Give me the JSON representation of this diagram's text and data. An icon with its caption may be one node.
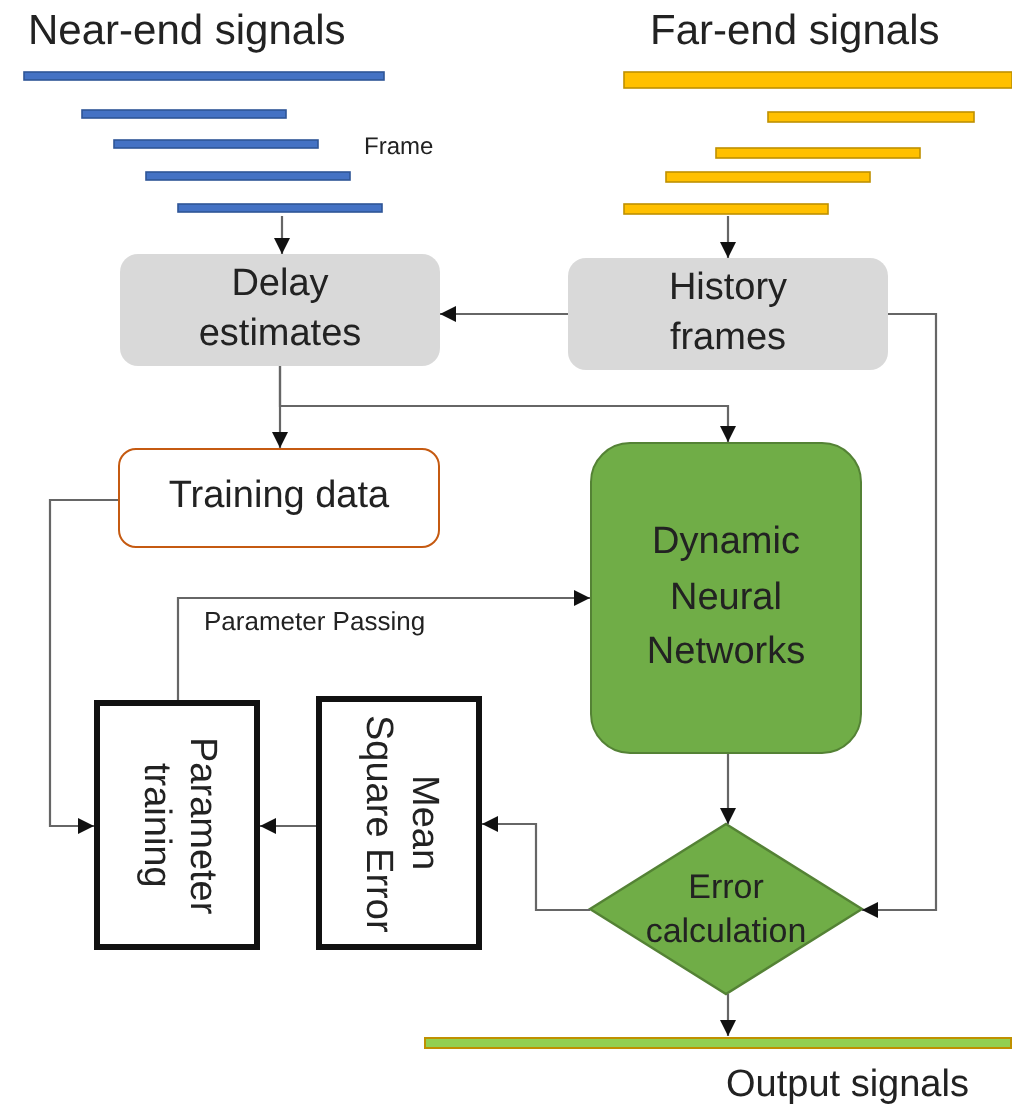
{
  "diagram": {
    "nodes": [
      {
        "text": [
          "Near-end signals"
        ]
      },
      {
        "text": [
          "Far-end signals"
        ]
      },
      {
        "text": [
          "Delay estimates"
        ]
      },
      {
        "text": [
          "History frames"
        ]
      },
      {
        "text": [
          "Training data"
        ]
      },
      {
        "text": [
          "Dynamic Neural Networks"
        ]
      },
      {
        "text": [
          "Parameter training"
        ]
      },
      {
        "text": [
          "Mean Square Error"
        ]
      },
      {
        "text": [
          "Error calculation"
        ]
      },
      {
        "text": [
          "Output signals"
        ]
      }
    ],
    "edges": [
      {
        "from": 0,
        "to": 2,
        "arrow": "to"
      },
      {
        "from": 1,
        "to": 3,
        "arrow": "to"
      },
      {
        "from": 3,
        "to": 2,
        "arrow": "to"
      },
      {
        "from": 2,
        "to": 4,
        "arrow": "to"
      },
      {
        "from": 2,
        "to": 5,
        "arrow": "to"
      },
      {
        "from": 3,
        "to": 8,
        "arrow": "to"
      },
      {
        "from": 4,
        "to": 6,
        "arrow": "to"
      },
      {
        "from": 6,
        "to": 5,
        "arrow": "to",
        "label": "Parameter Passing"
      },
      {
        "from": 7,
        "to": 6,
        "arrow": "to"
      },
      {
        "from": 8,
        "to": 7,
        "arrow": "to"
      },
      {
        "from": 5,
        "to": 8,
        "arrow": "to"
      },
      {
        "from": 8,
        "to": 9,
        "arrow": "to"
      }
    ],
    "labels": [
      "Frame"
    ]
  }
}
